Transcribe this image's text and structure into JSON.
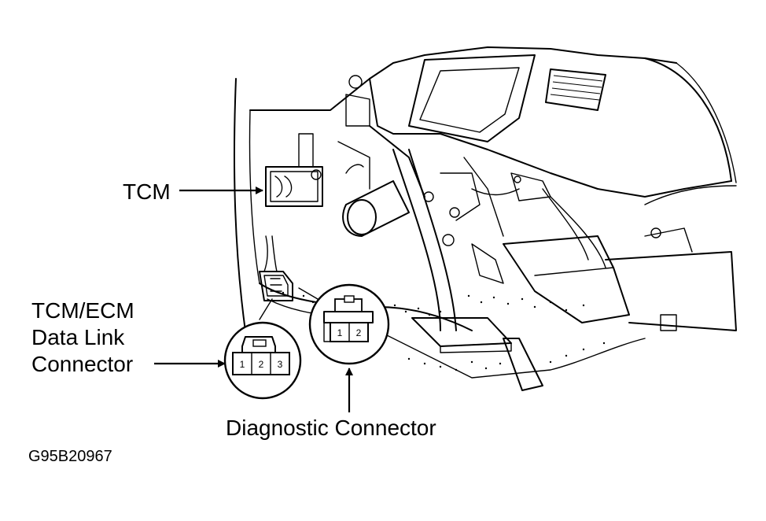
{
  "labels": {
    "tcm": "TCM",
    "dlc_line1": "TCM/ECM",
    "dlc_line2": "Data Link",
    "dlc_line3": "Connector",
    "diagnostic": "Diagnostic Connector",
    "figure_id": "G95B20967"
  },
  "dlc_pins": [
    "1",
    "2",
    "3"
  ],
  "diag_pins": [
    "1",
    "2"
  ],
  "colors": {
    "ink": "#000000",
    "paper": "#ffffff"
  }
}
